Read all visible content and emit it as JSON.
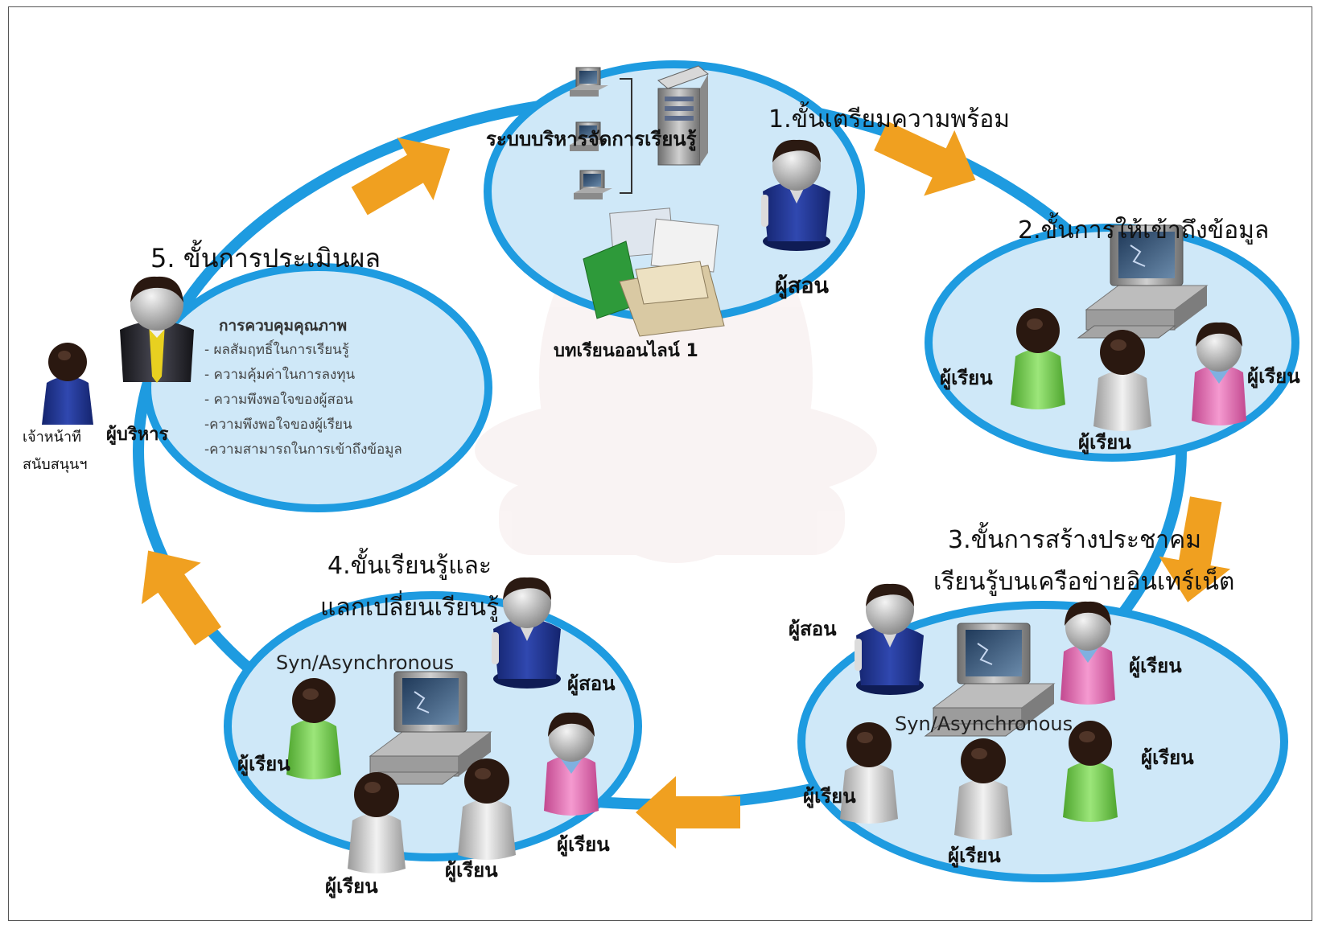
{
  "stages": {
    "s1_title": "1.ขั้นเตรียมความพร้อม",
    "s1_lms": "ระบบบริหารจัดการเรียนรู้",
    "s1_lessons": "บทเรียนออนไลน์ 1",
    "s1_teacher": "ผู้สอน",
    "s2_title": "2.ขั้นการให้เข้าถึงข้อมูล",
    "s2_learner_left": "ผู้เรียน",
    "s2_learner_mid": "ผู้เรียน",
    "s2_learner_right": "ผู้เรียน",
    "s3_title_line1": "3.ขั้นการสร้างประชาคม",
    "s3_title_line2": "เรียนรู้บนเครือข่ายอินเทร์เน็ต",
    "s3_teacher": "ผู้สอน",
    "s3_sync": "Syn/Asynchronous",
    "s3_learner_a": "ผู้เรียน",
    "s3_learner_b": "ผู้เรียน",
    "s3_learner_c": "ผู้เรียน",
    "s3_learner_d": "ผู้เรียน",
    "s4_title_line1": "4.ขั้นเรียนรู้และ",
    "s4_title_line2": "แลกเปลี่ยนเรียนรู้",
    "s4_sync": "Syn/Asynchronous",
    "s4_teacher": "ผู้สอน",
    "s4_learner_a": "ผู้เรียน",
    "s4_learner_b": "ผู้เรียน",
    "s4_learner_c": "ผู้เรียน",
    "s4_learner_d": "ผู้เรียน",
    "s5_title": "5. ขั้นการประเมินผล",
    "s5_admin": "ผู้บริหาร",
    "s5_staff_line1": "เจ้าหน้าที",
    "s5_staff_line2": "สนับสนุนฯ",
    "s5_quality_header": "การควบคุมคุณภาพ",
    "s5_quality_items": [
      "- ผลสัมฤทธิ์ในการเรียนรู้",
      "- ความคุ้มค่าในการลงทุน",
      "- ความพึงพอใจของผู้สอน",
      "-ความพึงพอใจของผู้เรียน",
      "-ความสามารถในการเข้าถึงข้อมูล"
    ]
  },
  "colors": {
    "cycle_blue": "#1e9be0",
    "ellipse_fill": "#cfe8f8",
    "arrow_orange": "#f0a020",
    "teacher_body": "#1c2f8a",
    "admin_body": "#2a2a30",
    "learner_green": "#7fd35a",
    "learner_pink": "#e76db4",
    "learner_white": "#dcdcdc",
    "hair": "#3a2418"
  },
  "icons": [
    "teacher-figure",
    "learner-figure",
    "admin-figure",
    "staff-figure",
    "computer-icon",
    "server-icon",
    "document-folder-icon"
  ]
}
